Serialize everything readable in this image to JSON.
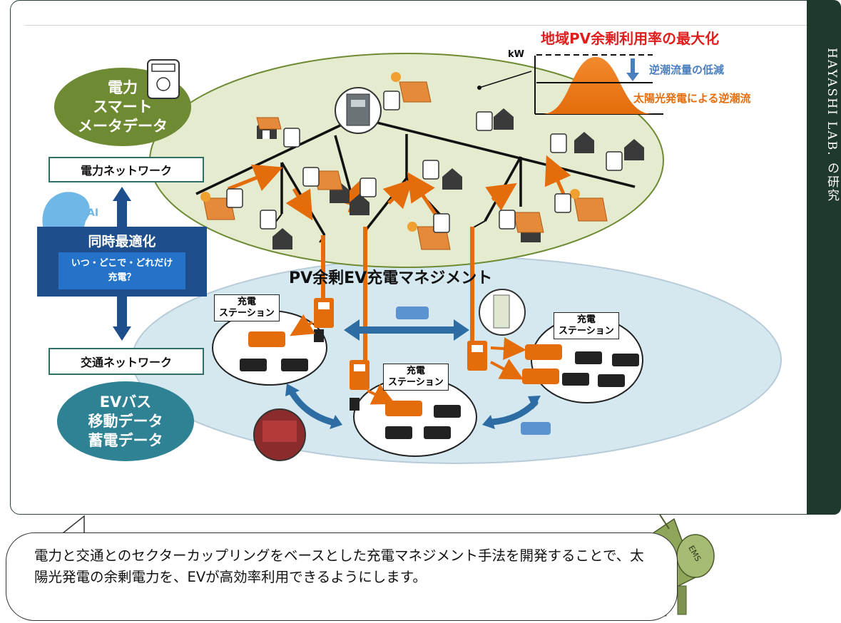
{
  "sidebar": {
    "label": "HAYASHI LAB. の研究"
  },
  "chart": {
    "title": "地域PV余剰利用率の最大化",
    "unit": "kW",
    "reduce_label": "逆潮流量の低減",
    "reverse_label": "太陽光発電による逆潮流"
  },
  "smartmeter": {
    "label": "電力\nスマート\nメータデータ"
  },
  "power_network": {
    "label": "電力ネットワーク"
  },
  "ai": {
    "tag": "AI",
    "title": "同時最適化",
    "question": "いつ・どこで・どれだけ\n充電？"
  },
  "traffic_network": {
    "label": "交通ネットワーク"
  },
  "evbus": {
    "label": "EVバス\n移動データ\n蓄電データ"
  },
  "management": {
    "title": "PV余剰EV充電マネジメント"
  },
  "stations": [
    {
      "label": "充電\nステーション"
    },
    {
      "label": "充電\nステーション"
    },
    {
      "label": "充電\nステーション"
    }
  ],
  "mascot": {
    "label": "EMS"
  },
  "caption": {
    "text": "電力と交通とのセクターカップリングをベースとした充電マネジメント手法を開発することで、太陽光発電の余剰電力を、EVが高効率利用できるようにします。"
  },
  "colors": {
    "accent": "#e46c0a",
    "green": "#6e8a32",
    "teal": "#2e8294",
    "navy": "#1f4e8c",
    "sidebar": "#1f3a2c"
  }
}
